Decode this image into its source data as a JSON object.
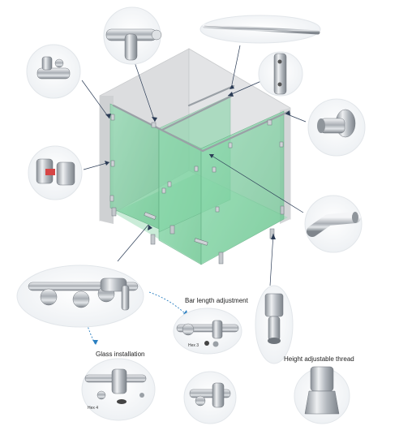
{
  "labels": {
    "bar_length": "Bar length adjustment",
    "glass_installation": "Glass installation",
    "height_thread": "Height adjustable thread",
    "hex3": "Hex 3",
    "hex4": "Hex 4"
  },
  "colors": {
    "glass": "#7ed3a0",
    "glass_dark": "#5fbf86",
    "wall": "#d9dadb",
    "wall_dark": "#c4c6c8",
    "chrome": "#b9bdc2",
    "accent_arrow": "#2a7fc1"
  },
  "icons": {
    "callouts": [
      "tube-connector-icon",
      "tube-tee-icon",
      "rod-bar-icon",
      "wall-bracket-icon",
      "wall-flange-icon",
      "glass-clamp-icon",
      "corner-connector-icon",
      "double-clamp-icon",
      "bar-adjust-detail-icon",
      "height-foot-icon",
      "glass-clamp-exploded-icon",
      "clamp-screw-detail-icon",
      "foot-thread-icon"
    ]
  }
}
